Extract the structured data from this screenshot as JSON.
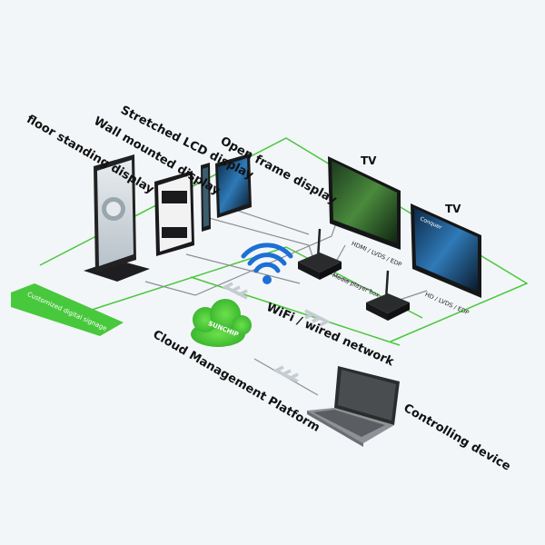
{
  "labels": {
    "floor_standing": "floor standing display",
    "wall_mounted": "Wall mounted display",
    "stretched_lcd": "Stretched LCD display",
    "open_frame": "Open frame display",
    "tv_1": "TV",
    "tv_2": "TV",
    "hdmi_1": "HDMI / LVDS / EDP",
    "hdmi_2": "HD / LVDS / EDP",
    "media_player_box": "Media player box",
    "customized_signage": "Customized digital signage",
    "wifi_network": "WiFi / wired network",
    "cloud_platform": "Cloud Management Platform",
    "cloud_brand": "SUNCHIP",
    "controlling_device": "Controlling device"
  },
  "colors": {
    "network_green": "#48c83c",
    "cable_gray": "#8c8f93",
    "wifi_blue": "#1d6fd6",
    "background": "#f3f6f8"
  }
}
